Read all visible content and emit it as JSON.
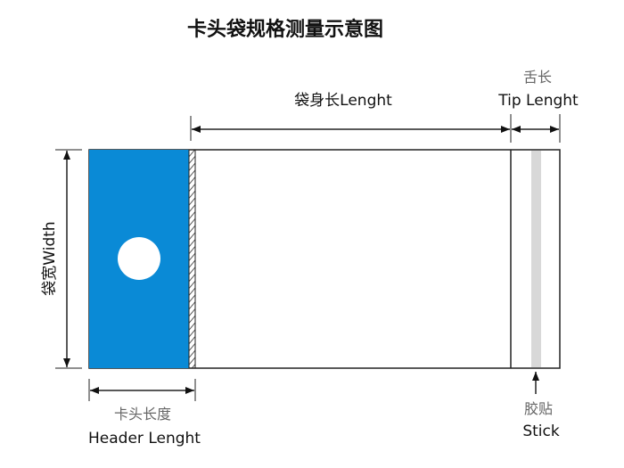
{
  "title": "卡头袋规格测量示意图",
  "body_length": "袋身长Lenght",
  "tip_length_cn": "舌长",
  "tip_length_en": "Tip Lenght",
  "width_label": "袋宽Width",
  "header_length_cn": "卡头长度",
  "header_length_en": "Header Lenght",
  "stick_cn": "胶贴",
  "stick_en": "Stick",
  "colors": {
    "header": "#0a8ad6",
    "stick": "#d8d8d8"
  }
}
